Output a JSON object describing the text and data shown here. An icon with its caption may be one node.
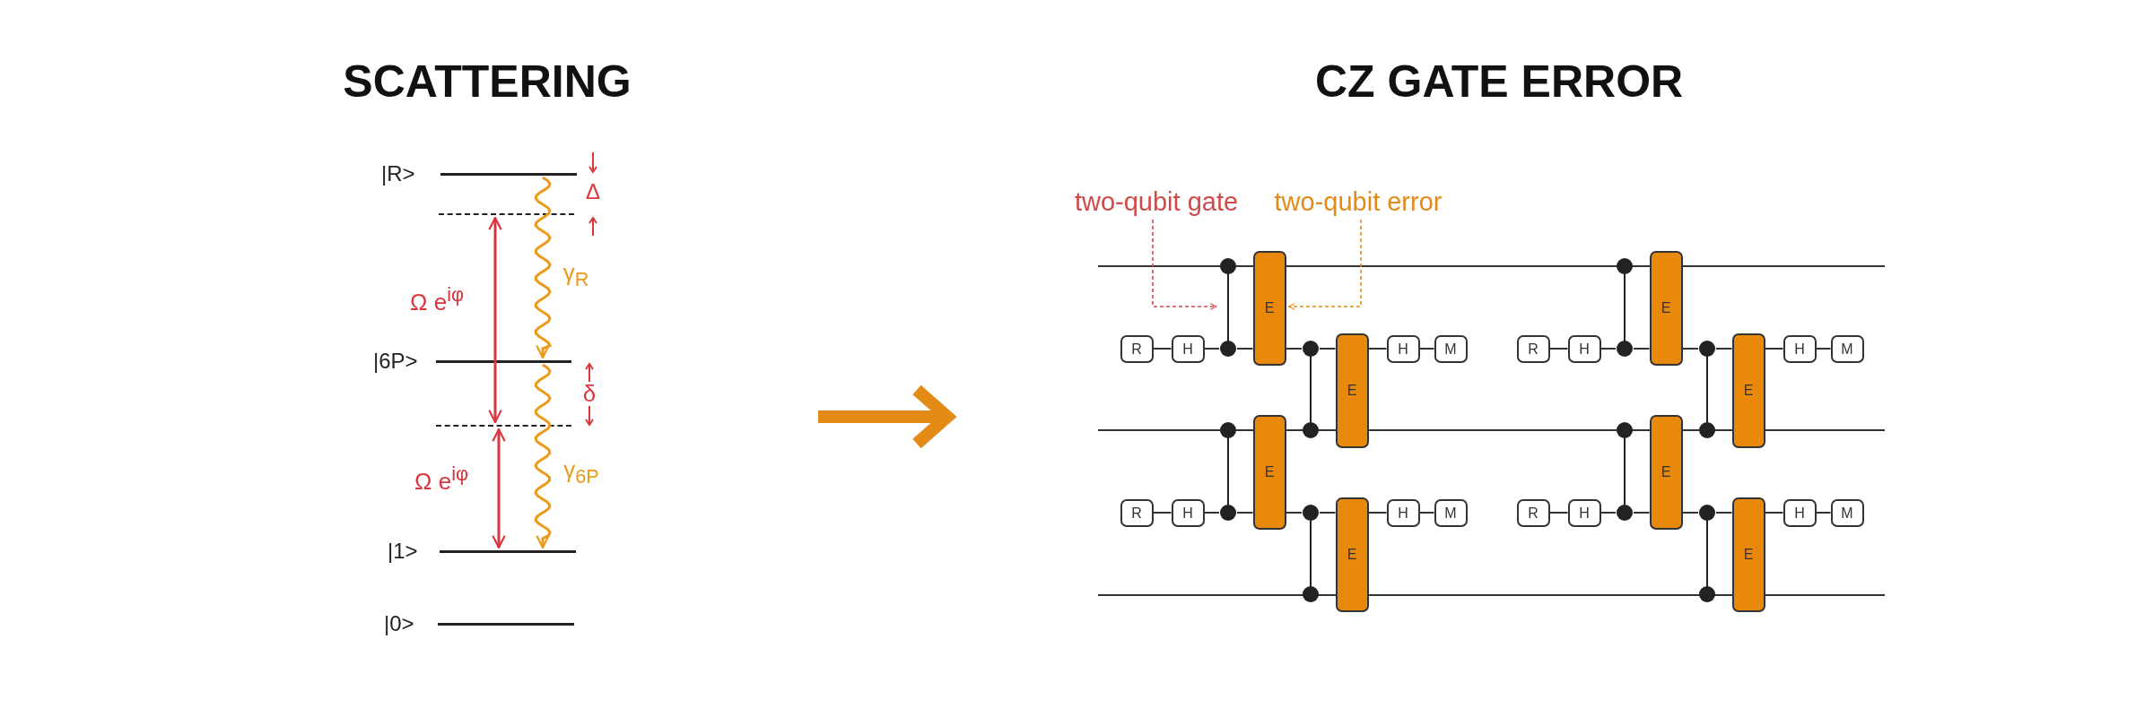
{
  "diagram": {
    "nodes": [
      {
        "text": [
          "|R>"
        ]
      },
      {
        "text": [],
        "shape": "line"
      },
      {
        "text": [
          "|6P>"
        ]
      },
      {
        "text": [],
        "shape": "line"
      },
      {
        "text": [
          "|1>"
        ]
      },
      {
        "text": [
          "|0>"
        ]
      },
      {
        "text": [
          "two-qubit gate"
        ]
      },
      {
        "text": [
          "two-qubit error"
        ]
      },
      {
        "text": [
          "R"
        ]
      },
      {
        "text": [
          "H"
        ]
      },
      {
        "text": [],
        "shape": "bar"
      },
      {
        "text": [
          "E"
        ]
      },
      {
        "text": [],
        "shape": "bar"
      },
      {
        "text": [
          "E"
        ]
      },
      {
        "text": [
          "H"
        ]
      },
      {
        "text": [
          "M"
        ]
      },
      {
        "text": [
          "R"
        ]
      },
      {
        "text": [
          "H"
        ]
      },
      {
        "text": [],
        "shape": "bar"
      },
      {
        "text": [
          "E"
        ]
      },
      {
        "text": [],
        "shape": "bar"
      },
      {
        "text": [
          "E"
        ]
      },
      {
        "text": [
          "H"
        ]
      },
      {
        "text": [
          "M"
        ]
      },
      {
        "text": [
          "R"
        ]
      },
      {
        "text": [
          "H"
        ]
      },
      {
        "text": [],
        "shape": "bar"
      },
      {
        "text": [
          "E"
        ]
      },
      {
        "text": [],
        "shape": "bar"
      },
      {
        "text": [
          "E"
        ]
      },
      {
        "text": [
          "H"
        ]
      },
      {
        "text": [
          "M"
        ]
      },
      {
        "text": [
          "R"
        ]
      },
      {
        "text": [
          "H"
        ]
      },
      {
        "text": [],
        "shape": "bar"
      },
      {
        "text": [
          "E"
        ]
      },
      {
        "text": [],
        "shape": "bar"
      },
      {
        "text": [
          "E"
        ]
      },
      {
        "text": [
          "H"
        ]
      },
      {
        "text": [
          "M"
        ]
      }
    ],
    "edges": [
      {
        "from": 1,
        "to": 3,
        "arrow": "both",
        "label": "Ω e$^{iφ}$",
        "color": "#d9363e"
      },
      {
        "from": 3,
        "to": 4,
        "arrow": "both",
        "label": "Ω e$^{iφ}$",
        "color": "#d9363e"
      },
      {
        "from": 0,
        "to": 2,
        "arrow": "to",
        "label": "γ$_{R}$",
        "color": "#eb9a1a"
      },
      {
        "from": 2,
        "to": 4,
        "arrow": "to",
        "label": "γ$_{6P}$",
        "color": "#eb9a1a"
      },
      {
        "from": 6,
        "to": 10,
        "arrow": "to",
        "style": "dashed",
        "color": "#d24a47"
      },
      {
        "from": 7,
        "to": 11,
        "arrow": "to",
        "style": "dashed",
        "color": "#e38a17"
      },
      {
        "from": 8,
        "to": 9,
        "arrow": "none"
      },
      {
        "from": 9,
        "to": 10,
        "arrow": "none"
      },
      {
        "from": 10,
        "to": 11,
        "arrow": "none"
      },
      {
        "from": 11,
        "to": 12,
        "arrow": "none"
      },
      {
        "from": 12,
        "to": 13,
        "arrow": "none"
      },
      {
        "from": 13,
        "to": 14,
        "arrow": "none"
      },
      {
        "from": 14,
        "to": 15,
        "arrow": "none"
      },
      {
        "from": 16,
        "to": 17,
        "arrow": "none"
      },
      {
        "from": 17,
        "to": 18,
        "arrow": "none"
      },
      {
        "from": 18,
        "to": 19,
        "arrow": "none"
      },
      {
        "from": 19,
        "to": 20,
        "arrow": "none"
      },
      {
        "from": 20,
        "to": 21,
        "arrow": "none"
      },
      {
        "from": 21,
        "to": 22,
        "arrow": "none"
      },
      {
        "from": 22,
        "to": 23,
        "arrow": "none"
      },
      {
        "from": 24,
        "to": 25,
        "arrow": "none"
      },
      {
        "from": 25,
        "to": 26,
        "arrow": "none"
      },
      {
        "from": 26,
        "to": 27,
        "arrow": "none"
      },
      {
        "from": 27,
        "to": 28,
        "arrow": "none"
      },
      {
        "from": 28,
        "to": 29,
        "arrow": "none"
      },
      {
        "from": 29,
        "to": 30,
        "arrow": "none"
      },
      {
        "from": 30,
        "to": 31,
        "arrow": "none"
      },
      {
        "from": 32,
        "to": 33,
        "arrow": "none"
      },
      {
        "from": 33,
        "to": 34,
        "arrow": "none"
      },
      {
        "from": 34,
        "to": 35,
        "arrow": "none"
      },
      {
        "from": 35,
        "to": 36,
        "arrow": "none"
      },
      {
        "from": 36,
        "to": 37,
        "arrow": "none"
      },
      {
        "from": 37,
        "to": 38,
        "arrow": "none"
      },
      {
        "from": 38,
        "to": 39,
        "arrow": "none"
      }
    ],
    "labels": [
      "SCATTERING",
      "CZ GATE ERROR",
      "Δ",
      "δ"
    ]
  }
}
